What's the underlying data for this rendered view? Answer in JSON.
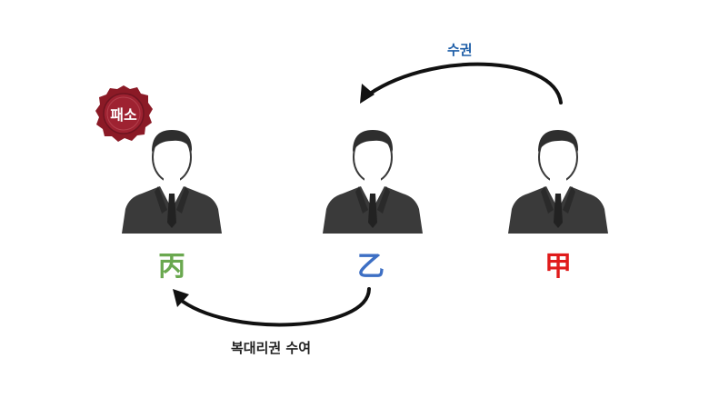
{
  "persons": [
    {
      "label": "丙",
      "color": "#6aa84f",
      "role": "left"
    },
    {
      "label": "乙",
      "color": "#3d6fc4",
      "role": "middle"
    },
    {
      "label": "甲",
      "color": "#e01b1b",
      "role": "right"
    }
  ],
  "arrows": {
    "top_caption": "수권",
    "top_caption_color": "#1f5fa8",
    "bottom_caption": "복대리권 수여",
    "bottom_caption_color": "#222222"
  },
  "seal": {
    "text": "패소",
    "color": "#8b1a26"
  }
}
